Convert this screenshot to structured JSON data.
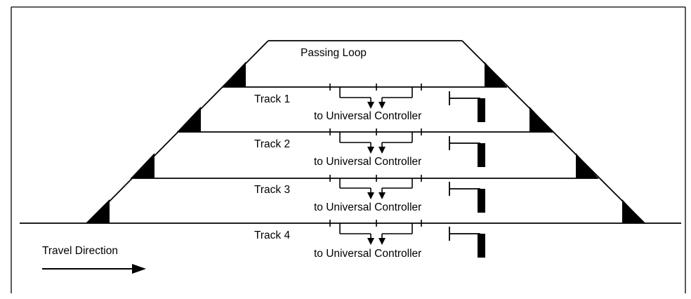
{
  "loop_label": "Passing Loop",
  "tracks": [
    {
      "name": "Track 1",
      "controller_label": "to Universal Controller"
    },
    {
      "name": "Track 2",
      "controller_label": "to Universal Controller"
    },
    {
      "name": "Track 3",
      "controller_label": "to Universal Controller"
    },
    {
      "name": "Track 4",
      "controller_label": "to Universal Controller"
    }
  ],
  "travel_direction_label": "Travel Direction",
  "colors": {
    "line": "#000000",
    "background": "#ffffff"
  }
}
